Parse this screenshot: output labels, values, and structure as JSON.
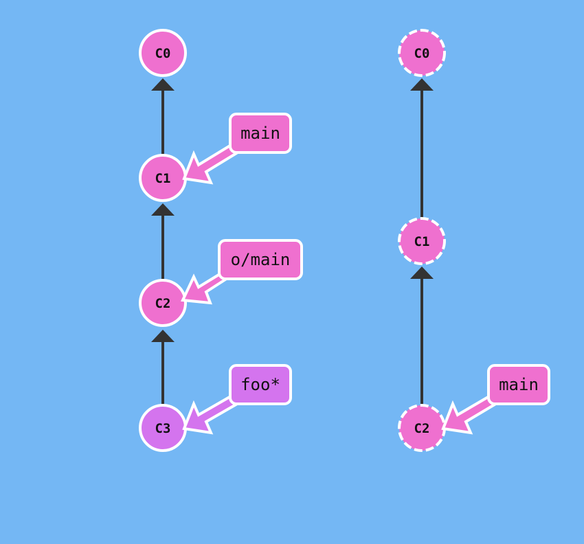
{
  "colors": {
    "background": "#74b7f4",
    "commit_fill": "#ef70cf",
    "head_fill": "#d474ee",
    "branch_tag_fill": "#ef70cf",
    "head_tag_fill": "#d474ee",
    "edge": "#333333",
    "outline": "#ffffff"
  },
  "local_tree": {
    "commits": [
      {
        "id": "C0",
        "label": "C0"
      },
      {
        "id": "C1",
        "label": "C1"
      },
      {
        "id": "C2",
        "label": "C2"
      },
      {
        "id": "C3",
        "label": "C3",
        "is_head": true
      }
    ],
    "edges": [
      {
        "from": "C1",
        "to": "C0"
      },
      {
        "from": "C2",
        "to": "C1"
      },
      {
        "from": "C3",
        "to": "C2"
      }
    ],
    "branches": [
      {
        "name": "main",
        "target": "C1"
      },
      {
        "name": "o/main",
        "target": "C2"
      },
      {
        "name": "foo*",
        "target": "C3",
        "is_head": true
      }
    ]
  },
  "remote_tree": {
    "commits": [
      {
        "id": "C0",
        "label": "C0"
      },
      {
        "id": "C1",
        "label": "C1"
      },
      {
        "id": "C2",
        "label": "C2"
      }
    ],
    "edges": [
      {
        "from": "C1",
        "to": "C0"
      },
      {
        "from": "C2",
        "to": "C1"
      }
    ],
    "branches": [
      {
        "name": "main",
        "target": "C2"
      }
    ]
  }
}
